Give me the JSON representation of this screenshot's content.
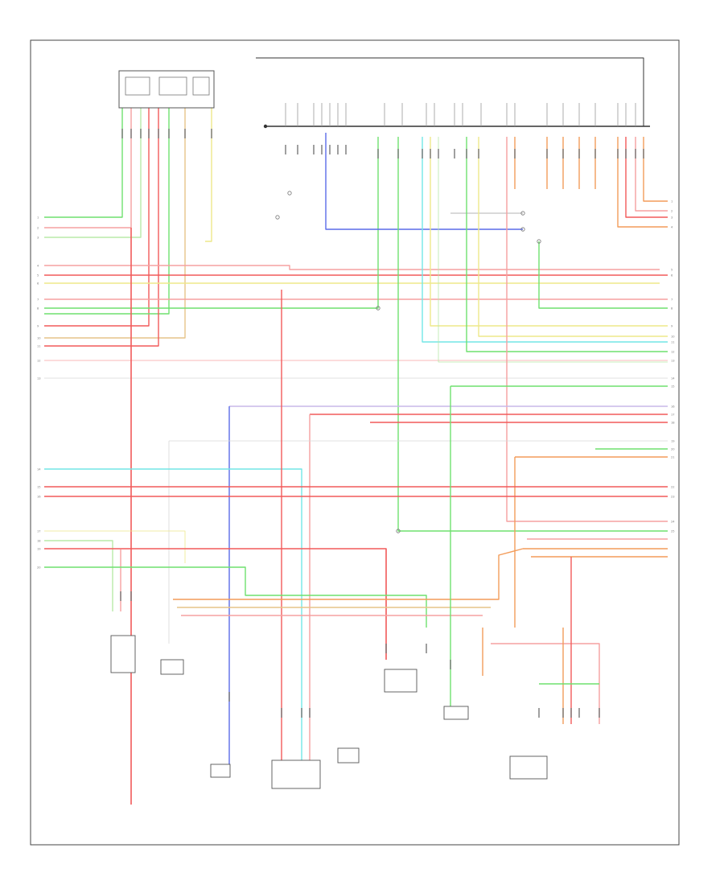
{
  "diagram": {
    "footer_code": "",
    "colors": {
      "frame": "#444444",
      "orange": "#f39c5a",
      "red": "#f25a5a",
      "pink": "#f6a0a0",
      "green": "#6fe06f",
      "lt_green": "#b8eaa8",
      "yellow": "#eee88a",
      "cyan": "#72e6e6",
      "blue": "#5a6be8",
      "tan": "#e6c489",
      "lavender": "#c8b8e8",
      "gray": "#9a9a9a",
      "light_gray": "#d8d8d8",
      "black": "#333333"
    },
    "left_connector_pins": [
      "1",
      "2",
      "3",
      "4",
      "5",
      "6",
      "7",
      "8",
      "9",
      "10",
      "11",
      "12",
      "13",
      "14",
      "15",
      "16",
      "17",
      "18",
      "19",
      "20"
    ],
    "right_connector_pins": [
      "1",
      "2",
      "3",
      "4",
      "5",
      "6",
      "7",
      "8",
      "9",
      "10",
      "11",
      "12",
      "13",
      "14",
      "15",
      "16",
      "17",
      "18",
      "19",
      "20",
      "21",
      "22",
      "23",
      "24",
      "25"
    ],
    "components": [
      {
        "id": "fuel-tank-pressure-sensor",
        "label": ""
      },
      {
        "id": "fuel-temperature-switch",
        "label": ""
      },
      {
        "id": "oxygen-sensor",
        "label": ""
      },
      {
        "id": "fuel-injector-harness",
        "label": ""
      },
      {
        "id": "egr-solenoid",
        "label": ""
      },
      {
        "id": "evap-vent-solenoid",
        "label": ""
      },
      {
        "id": "purge-solenoid",
        "label": ""
      },
      {
        "id": "speed-sensor",
        "label": ""
      },
      {
        "id": "throttle-position-sensor",
        "label": ""
      },
      {
        "id": "knock-sensor",
        "label": ""
      },
      {
        "id": "fuel-level-sensor",
        "label": ""
      }
    ]
  }
}
